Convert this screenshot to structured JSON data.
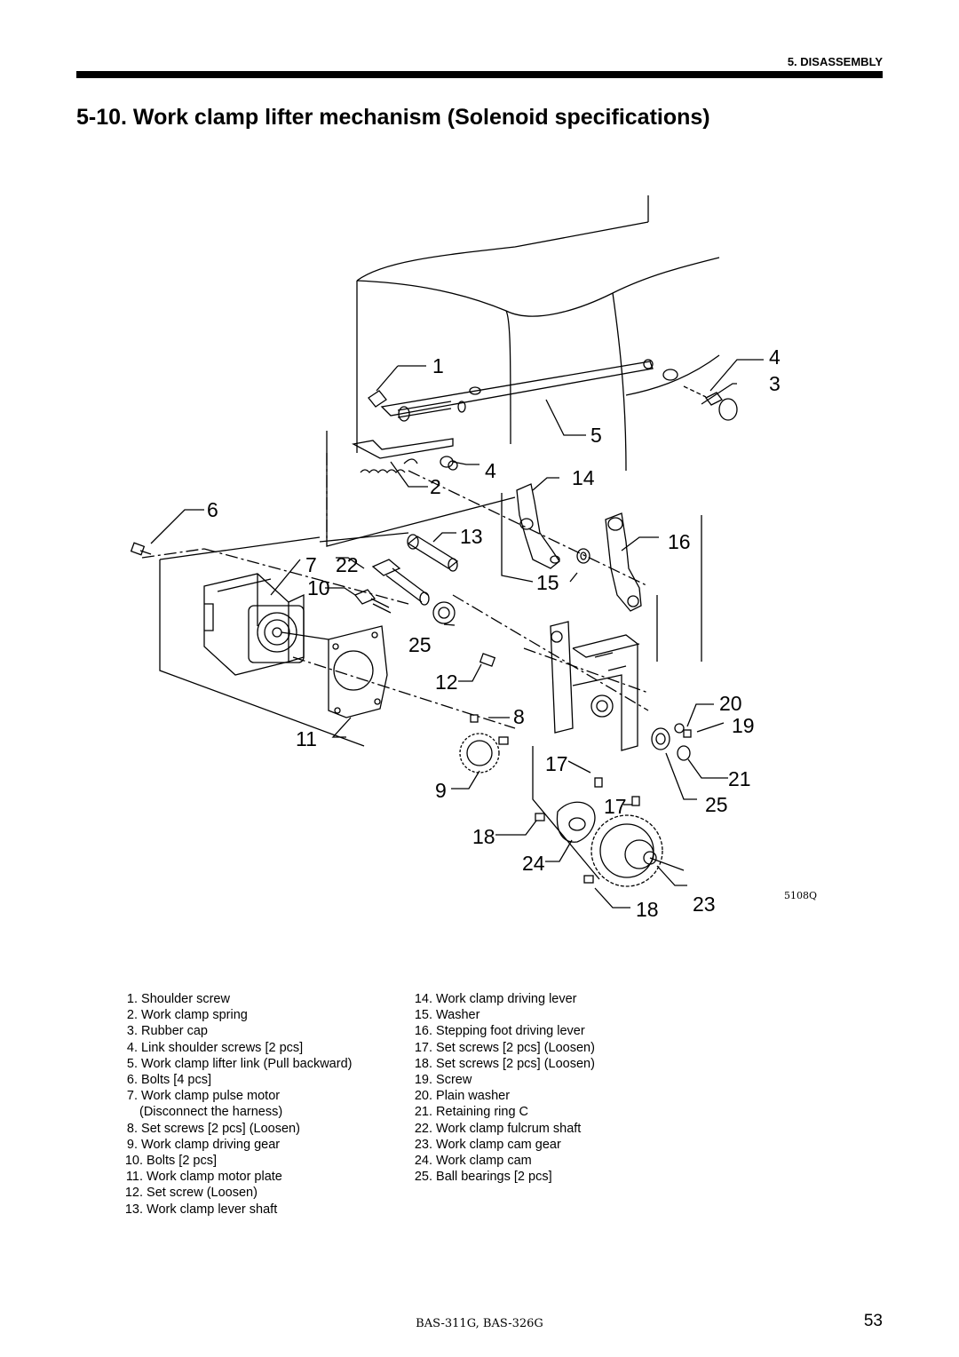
{
  "header": {
    "chapter": "5. DISASSEMBLY"
  },
  "section": {
    "title": "5-10. Work clamp lifter mechanism (Solenoid specifications)"
  },
  "figure": {
    "code": "5108Q",
    "callouts": [
      "1",
      "2",
      "3",
      "4",
      "4",
      "5",
      "6",
      "7",
      "8",
      "9",
      "10",
      "11",
      "12",
      "13",
      "14",
      "15",
      "16",
      "17",
      "17",
      "18",
      "18",
      "19",
      "20",
      "21",
      "22",
      "23",
      "24",
      "25",
      "25"
    ]
  },
  "parts_left": [
    {
      "num": "1.",
      "label": "Shoulder screw"
    },
    {
      "num": "2.",
      "label": "Work clamp spring"
    },
    {
      "num": "3.",
      "label": "Rubber cap"
    },
    {
      "num": "4.",
      "label": "Link shoulder screws [2 pcs]"
    },
    {
      "num": "5.",
      "label": "Work clamp lifter link (Pull backward)"
    },
    {
      "num": "6.",
      "label": "Bolts [4 pcs]"
    },
    {
      "num": "7.",
      "label": "Work clamp pulse motor",
      "note": "(Disconnect the harness)"
    },
    {
      "num": "8.",
      "label": "Set screws [2 pcs] (Loosen)"
    },
    {
      "num": "9.",
      "label": "Work clamp driving gear"
    },
    {
      "num": "10.",
      "label": "Bolts [2 pcs]"
    },
    {
      "num": "11.",
      "label": "Work clamp motor plate"
    },
    {
      "num": "12.",
      "label": "Set screw (Loosen)"
    },
    {
      "num": "13.",
      "label": "Work clamp lever shaft"
    }
  ],
  "parts_right": [
    {
      "num": "14.",
      "label": "Work clamp driving lever"
    },
    {
      "num": "15.",
      "label": "Washer"
    },
    {
      "num": "16.",
      "label": "Stepping foot driving lever"
    },
    {
      "num": "17.",
      "label": "Set screws [2 pcs] (Loosen)"
    },
    {
      "num": "18.",
      "label": "Set screws [2 pcs] (Loosen)"
    },
    {
      "num": "19.",
      "label": "Screw"
    },
    {
      "num": "20.",
      "label": "Plain washer"
    },
    {
      "num": "21.",
      "label": "Retaining ring C"
    },
    {
      "num": "22.",
      "label": "Work clamp fulcrum shaft"
    },
    {
      "num": "23.",
      "label": "Work clamp cam gear"
    },
    {
      "num": "24.",
      "label": "Work clamp cam"
    },
    {
      "num": "25.",
      "label": "Ball bearings [2 pcs]"
    }
  ],
  "footer": {
    "models": "BAS-311G, BAS-326G",
    "page": "53"
  }
}
